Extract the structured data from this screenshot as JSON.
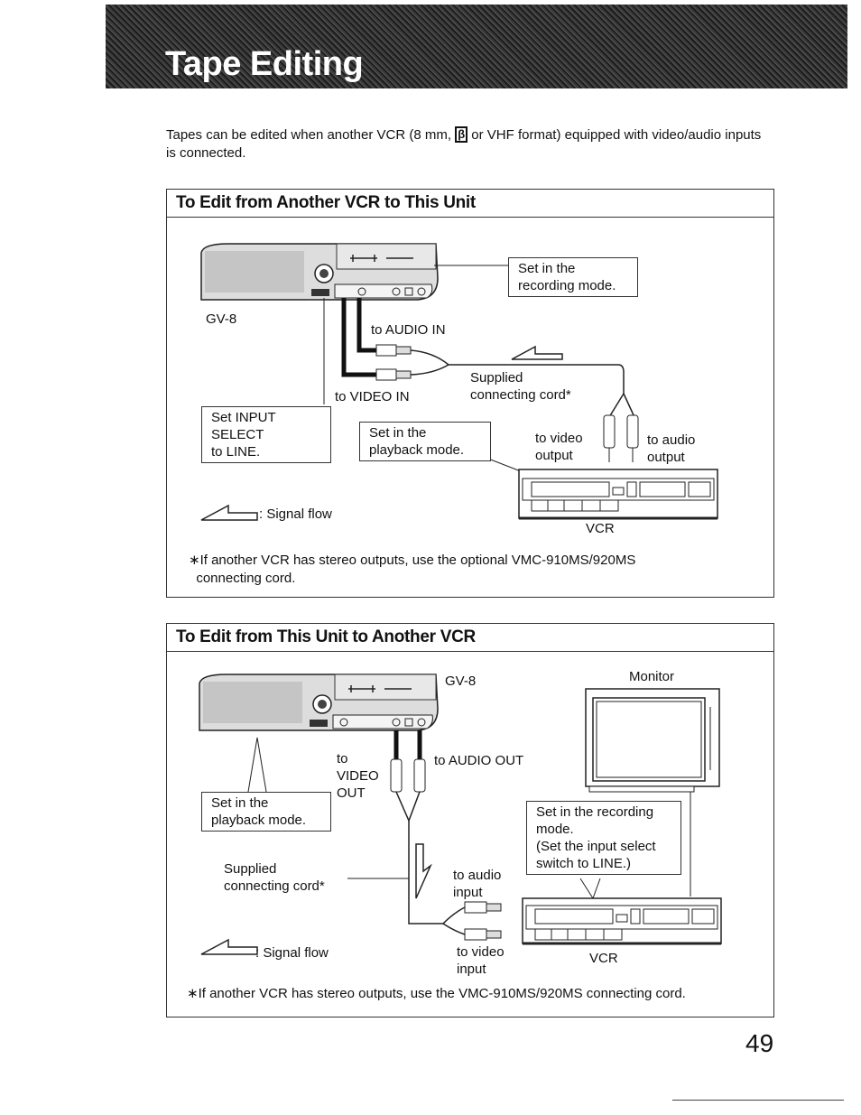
{
  "header": {
    "title": "Tape Editing"
  },
  "intro": {
    "before_icon": "Tapes can be edited when another VCR (8 mm,",
    "format_icon": "β",
    "after_icon": "or VHF format) equipped with video/audio inputs is connected."
  },
  "section1": {
    "title": "To Edit from Another VCR to This Unit",
    "labels": {
      "set_recording": "Set in the\nrecording mode.",
      "gv8": "GV-8",
      "to_audio_in": "to AUDIO IN",
      "to_video_in": "to VIDEO IN",
      "supplied_cord": "Supplied\nconnecting cord",
      "asterisk": "*",
      "set_input": "Set INPUT\nSELECT\nto LINE.",
      "set_playback": "Set in the\nplayback mode.",
      "to_video_output": "to video\noutput",
      "to_audio_output": "to audio\noutput",
      "signal_flow": ": Signal flow",
      "vcr": "VCR"
    },
    "footnote": "∗If another VCR has stereo outputs, use the optional VMC-910MS/920MS\n  connecting cord."
  },
  "section2": {
    "title": "To Edit from This Unit to Another VCR",
    "labels": {
      "gv8": "GV-8",
      "monitor": "Monitor",
      "to_video_out": "to\nVIDEO\nOUT",
      "to_audio_out": "to AUDIO OUT",
      "set_playback": "Set in the\nplayback mode.",
      "set_recording": "Set in the recording\nmode.\n(Set the input select\nswitch to LINE.)",
      "supplied_cord": "Supplied\nconnecting cord",
      "asterisk": "*",
      "to_audio_input": "to audio\ninput",
      "signal_flow": ": Signal flow",
      "to_video_input": "to video\ninput",
      "vcr": "VCR"
    },
    "footnote": "∗If another VCR has stereo outputs, use the VMC-910MS/920MS connecting cord."
  },
  "page_number": "49",
  "icons": {
    "gv8_unit": "gv8-device-icon",
    "vcr_deck": "vcr-deck-icon",
    "monitor": "monitor-tv-icon",
    "plug": "rca-plug-icon",
    "signal_arrow": "signal-flow-arrow-icon"
  }
}
